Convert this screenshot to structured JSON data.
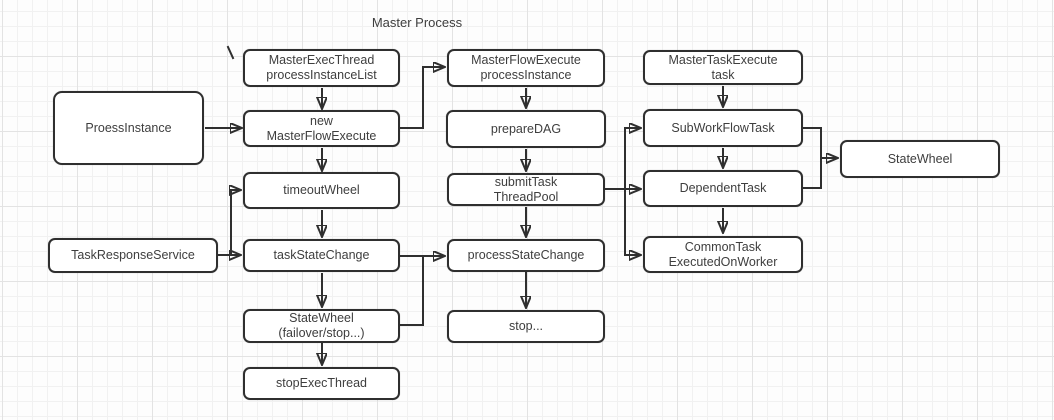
{
  "title": "Master Process",
  "colors": {
    "stroke": "#2f2f2f",
    "box_fill": "#ffffff",
    "text": "#3e3e3e",
    "background": "#fdfdfd",
    "grid_minor": "#f1f1f1",
    "grid_major": "#e3e3e3"
  },
  "nodes": {
    "proess_instance": {
      "label": "ProessInstance"
    },
    "task_response_service": {
      "label": "TaskResponseService"
    },
    "master_exec_thread": {
      "label": "MasterExecThread\nprocessInstanceList"
    },
    "new_master_flow_execute": {
      "label": "new\nMasterFlowExecute"
    },
    "timeout_wheel": {
      "label": "timeoutWheel"
    },
    "task_state_change": {
      "label": "taskStateChange"
    },
    "state_wheel_failover": {
      "label": "StateWheel\n(failover/stop...)"
    },
    "stop_exec_thread": {
      "label": "stopExecThread"
    },
    "master_flow_execute": {
      "label": "MasterFlowExecute\nprocessInstance"
    },
    "prepare_dag": {
      "label": "prepareDAG"
    },
    "submit_task_thread_pool": {
      "label": "submitTask\nThreadPool"
    },
    "process_state_change": {
      "label": "processStateChange"
    },
    "stop": {
      "label": "stop..."
    },
    "master_task_execute": {
      "label": "MasterTaskExecute\ntask"
    },
    "sub_workflow_task": {
      "label": "SubWorkFlowTask"
    },
    "dependent_task": {
      "label": "DependentTask"
    },
    "common_task": {
      "label": "CommonTask\nExecutedOnWorker"
    },
    "state_wheel": {
      "label": "StateWheel"
    }
  },
  "edges": [
    {
      "from": "MasterExecThread processInstanceList",
      "to": "new MasterFlowExecute"
    },
    {
      "from": "ProessInstance",
      "to": "new MasterFlowExecute"
    },
    {
      "from": "new MasterFlowExecute",
      "to": "MasterFlowExecute processInstance"
    },
    {
      "from": "new MasterFlowExecute",
      "to": "timeoutWheel"
    },
    {
      "from": "timeoutWheel",
      "to": "taskStateChange"
    },
    {
      "from": "TaskResponseService",
      "to": "timeoutWheel"
    },
    {
      "from": "TaskResponseService",
      "to": "taskStateChange"
    },
    {
      "from": "taskStateChange",
      "to": "processStateChange"
    },
    {
      "from": "StateWheel (failover/stop...)",
      "to": "processStateChange"
    },
    {
      "from": "taskStateChange",
      "to": "StateWheel (failover/stop...)"
    },
    {
      "from": "StateWheel (failover/stop...)",
      "to": "stopExecThread"
    },
    {
      "from": "MasterFlowExecute processInstance",
      "to": "prepareDAG"
    },
    {
      "from": "prepareDAG",
      "to": "submitTask ThreadPool"
    },
    {
      "from": "submitTask ThreadPool",
      "to": "processStateChange"
    },
    {
      "from": "processStateChange",
      "to": "stop..."
    },
    {
      "from": "submitTask ThreadPool",
      "to": "SubWorkFlowTask"
    },
    {
      "from": "submitTask ThreadPool",
      "to": "DependentTask"
    },
    {
      "from": "submitTask ThreadPool",
      "to": "CommonTask ExecutedOnWorker"
    },
    {
      "from": "MasterTaskExecute task",
      "to": "SubWorkFlowTask"
    },
    {
      "from": "SubWorkFlowTask",
      "to": "DependentTask"
    },
    {
      "from": "DependentTask",
      "to": "CommonTask ExecutedOnWorker"
    },
    {
      "from": "SubWorkFlowTask",
      "to": "StateWheel"
    },
    {
      "from": "DependentTask",
      "to": "StateWheel"
    }
  ]
}
